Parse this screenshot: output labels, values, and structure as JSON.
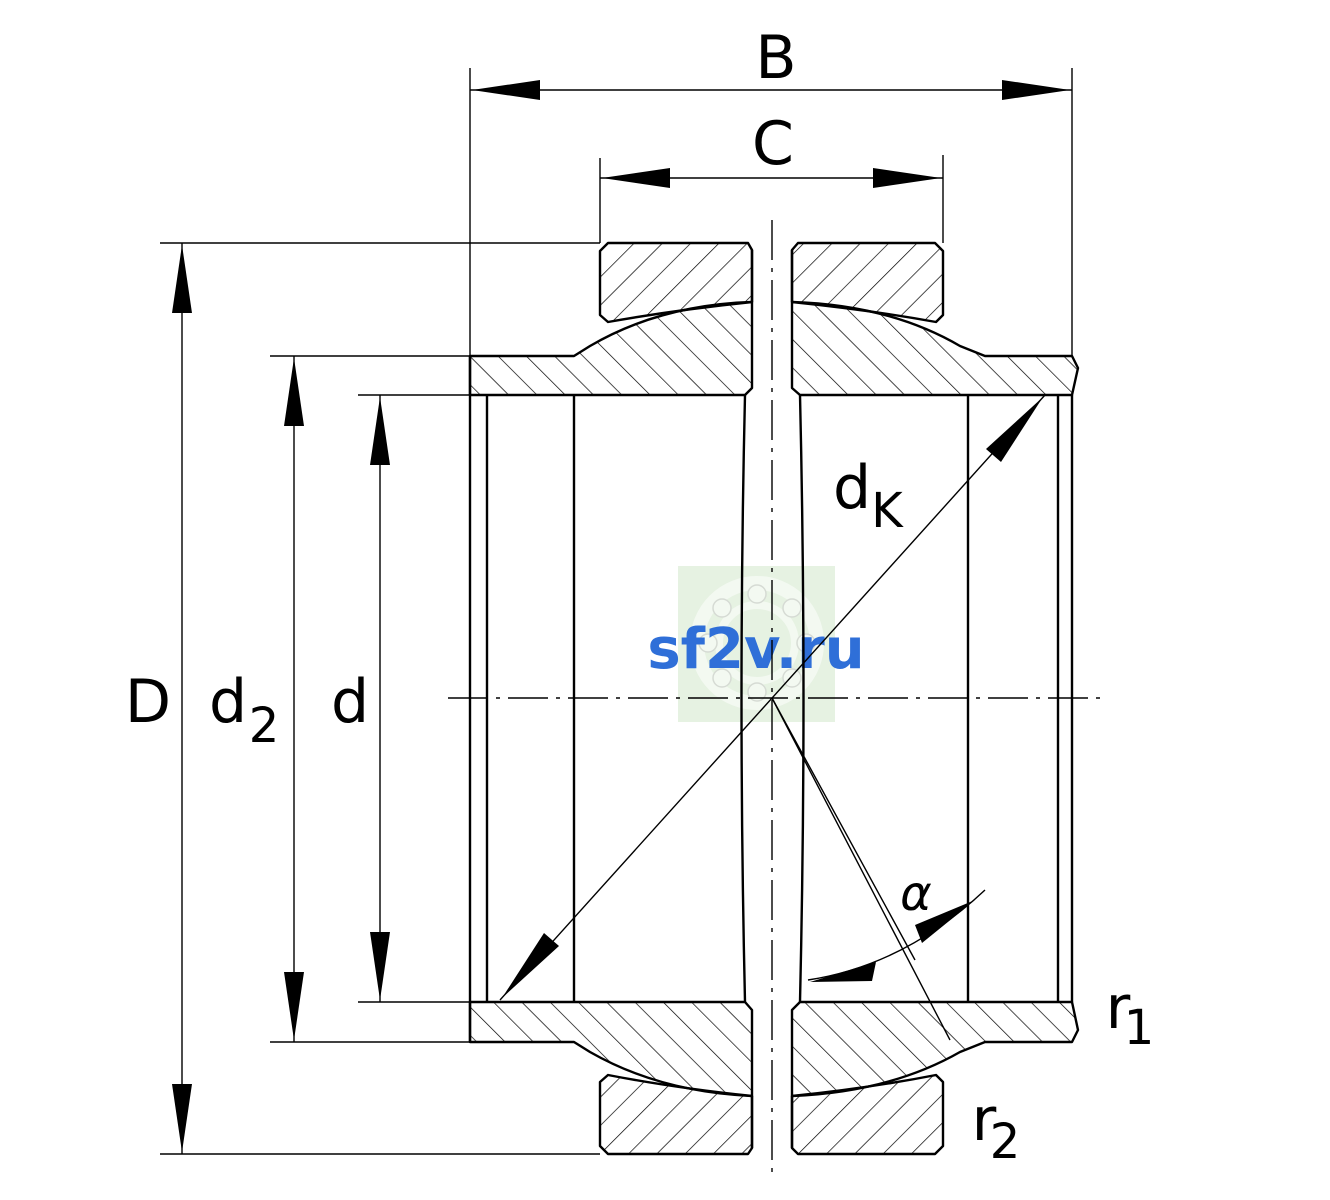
{
  "labels": {
    "B": "B",
    "C": "C",
    "D": "D",
    "d2_main": "d",
    "d2_sub": "2",
    "d": "d",
    "dk_main": "d",
    "dk_sub": "K",
    "alpha": "α",
    "r1_main": "r",
    "r1_sub": "1",
    "r2_main": "r",
    "r2_sub": "2"
  },
  "watermark": {
    "text": "sf2v.ru",
    "icon": "bearing-icon",
    "color": "#2f6fd8",
    "background": "#e6f2e2"
  },
  "colors": {
    "line": "#000000",
    "background": "#ffffff"
  }
}
